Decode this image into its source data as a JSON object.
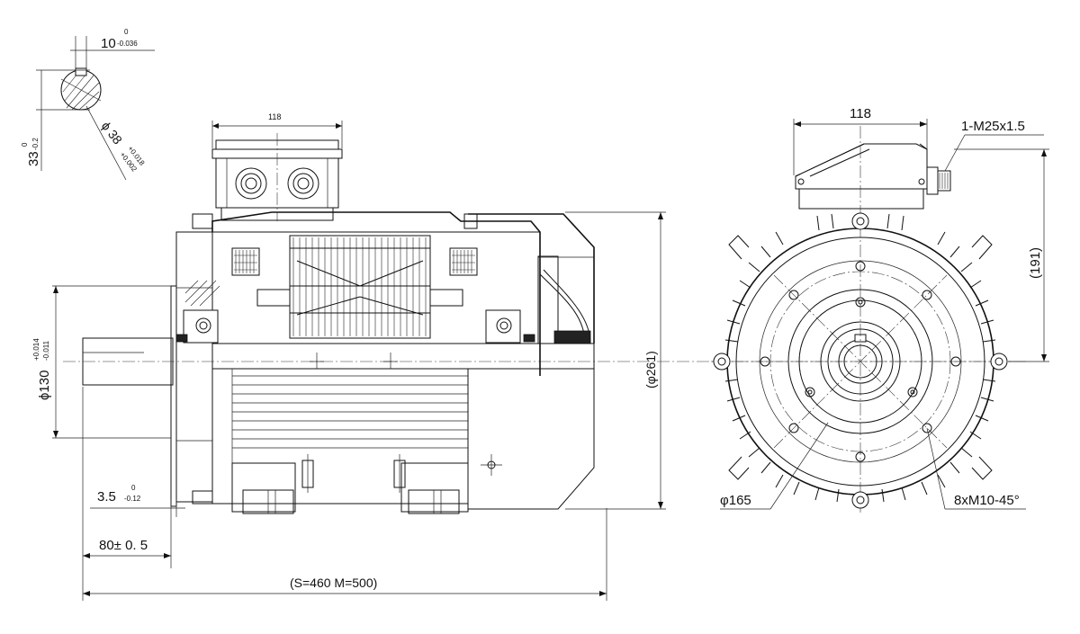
{
  "dimensions": {
    "key_width": "10",
    "key_width_tol_upper": "0",
    "key_width_tol_lower": "-0.036",
    "key_depth": "33",
    "key_depth_tol_upper": "0",
    "key_depth_tol_lower": "-0.2",
    "shaft_dia": "ϕ 38",
    "shaft_dia_tol_upper": "+0.018",
    "shaft_dia_tol_lower": "+0.002",
    "terminal_box_width_side": "118",
    "spigot_dia": "ϕ130",
    "spigot_dia_tol_upper": "+0.014",
    "spigot_dia_tol_lower": "-0.011",
    "flange_thickness": "3.5",
    "flange_thickness_tol_upper": "0",
    "flange_thickness_tol_lower": "-0.12",
    "shaft_length": "80± 0. 5",
    "overall_length": "(S=460 M=500)",
    "overall_height": "(φ261)",
    "terminal_box_width_front": "118",
    "cable_gland": "1-M25x1.5",
    "box_height": "(191)",
    "pcd": "φ165",
    "bolt_holes": "8xM10-45°"
  }
}
